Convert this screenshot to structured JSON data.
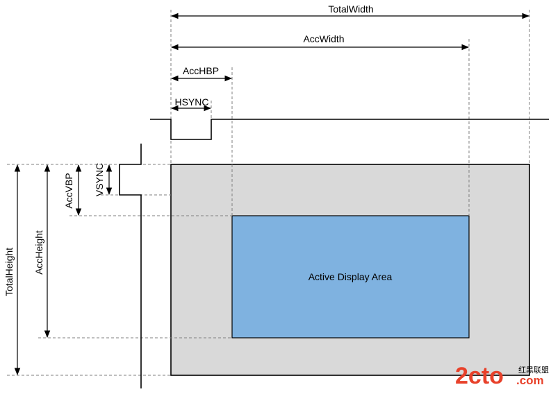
{
  "labels": {
    "total_width": "TotalWidth",
    "acc_width": "AccWidth",
    "acc_hbp": "AccHBP",
    "hsync": "HSYNC",
    "total_height": "TotalHeight",
    "acc_height": "AccHeight",
    "acc_vbp": "AccVBP",
    "vsync": "VSYNC",
    "active_area": "Active Display Area"
  },
  "watermark": {
    "logo_text": "2cto",
    "cn_text": "红黑联盟",
    "domain": ".com"
  },
  "colors": {
    "total_area": "#d9d9d9",
    "active_area": "#7fb2e0",
    "watermark": "#e8412a"
  }
}
